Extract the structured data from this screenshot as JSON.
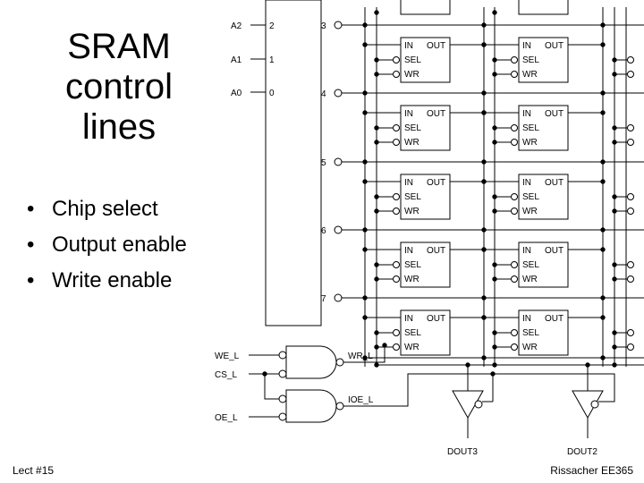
{
  "slide": {
    "title": "SRAM\ncontrol\nlines",
    "bullet_marker": "•",
    "bullets": [
      "Chip select",
      "Output enable",
      "Write enable"
    ],
    "footer_left": "Lect #15",
    "footer_right": "Rissacher EE365"
  },
  "schematic": {
    "address_inputs": [
      {
        "label": "A2",
        "pin": "2"
      },
      {
        "label": "A1",
        "pin": "1"
      },
      {
        "label": "A0",
        "pin": "0"
      }
    ],
    "decoder_outputs": [
      "3",
      "4",
      "5",
      "6",
      "7"
    ],
    "cell_pins": {
      "in": "IN",
      "out": "OUT",
      "sel": "SEL",
      "wr": "WR"
    },
    "control_inputs": [
      "WE_L",
      "CS_L",
      "OE_L"
    ],
    "internal_signals": {
      "write": "WR_L",
      "output_enable": "IOE_L"
    },
    "data_outputs": [
      "DOUT3",
      "DOUT2"
    ]
  }
}
